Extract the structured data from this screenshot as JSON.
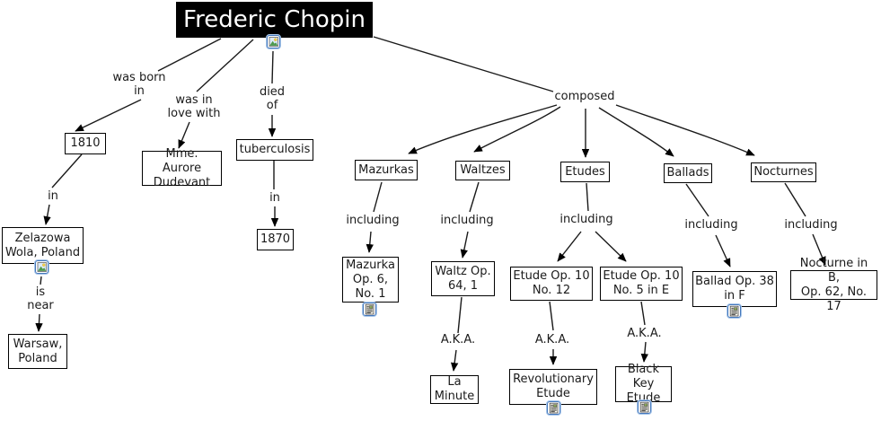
{
  "app": {
    "type": "concept-map"
  },
  "colors": {
    "node_border": "#000000",
    "node_background": "#ffffff",
    "title_background": "#000000",
    "title_text": "#ffffff",
    "edge": "#1a1a1a",
    "icon_border": "#4477bb"
  },
  "root": {
    "label": "Frederic Chopin"
  },
  "nodes": {
    "born_year": "1810",
    "birthplace": "Zelazowa\nWola, Poland",
    "near_city": "Warsaw,\nPoland",
    "lover": "Mme. Aurore\nDudevant",
    "death_cause": "tuberculosis",
    "death_year": "1870",
    "mazurkas": "Mazurkas",
    "waltzes": "Waltzes",
    "etudes": "Etudes",
    "ballads": "Ballads",
    "nocturnes": "Nocturnes",
    "mazurka_example": "Mazurka\nOp. 6,\nNo. 1",
    "waltz_example": "Waltz Op.\n64, 1",
    "etude_example_1": "Etude Op. 10\nNo. 12",
    "etude_example_2": "Etude Op. 10\nNo. 5 in E",
    "ballad_example": "Ballad Op. 38\nin F",
    "nocturne_example": "Nocturne in B,\nOp. 62, No. 17",
    "waltz_aka": "La\nMinute",
    "etude1_aka": "Revolutionary\nEtude",
    "etude2_aka": "Black Key\nEtude"
  },
  "links": {
    "was_born_in": "was born\nin",
    "in_place": "in",
    "is_near": "is\nnear",
    "was_in_love_with": "was in\nlove with",
    "died_of": "died\nof",
    "in_year": "in",
    "composed": "composed",
    "including": "including",
    "aka": "A.K.A."
  },
  "icons": {
    "image_icon": "image-icon",
    "document_icon": "document-icon"
  }
}
